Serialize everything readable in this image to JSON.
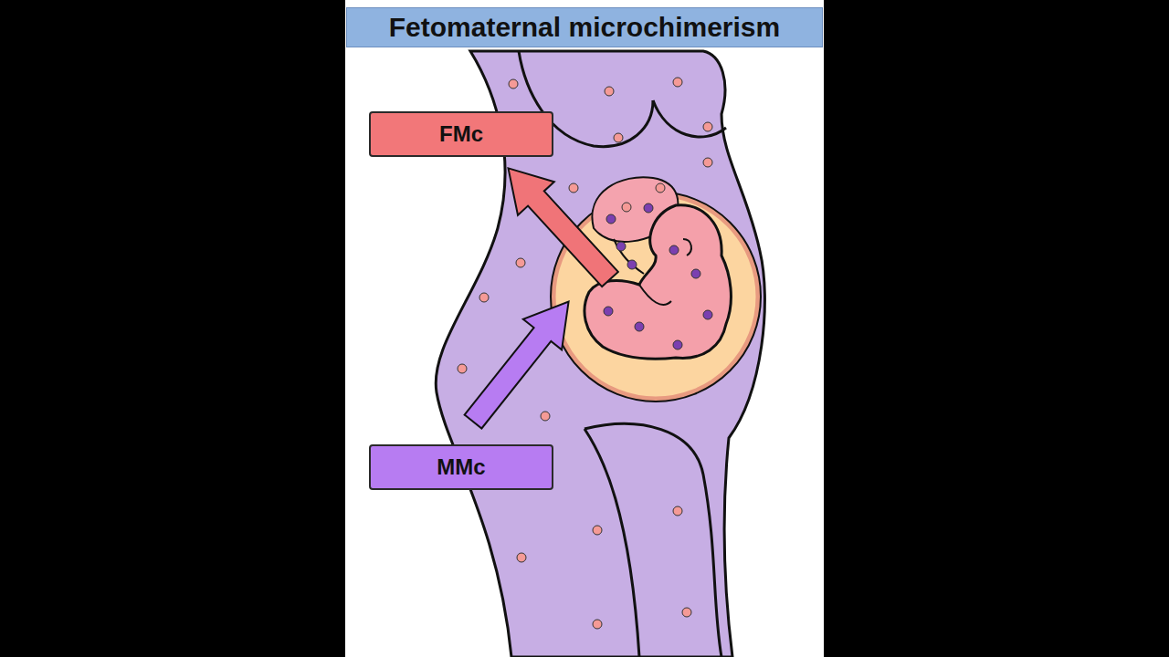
{
  "diagram": {
    "title": "Fetomaternal microchimerism",
    "nodes": [
      {
        "text": [
          "FMc"
        ]
      },
      {
        "text": [
          "MMc"
        ]
      }
    ]
  }
}
